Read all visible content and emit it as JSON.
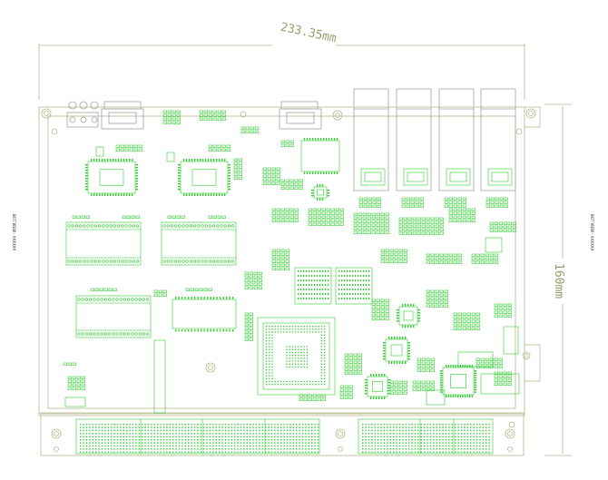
{
  "drawing": {
    "width_dimension": "233.35mm",
    "height_dimension": "160mm",
    "left_edge_label": "BOT VIEW - XXXXXX",
    "right_edge_label": "BOT VIEW - XXXXXX"
  },
  "colors": {
    "outline": "#b8b890",
    "component": "#2ecc2e",
    "dim": "#9a9a6a",
    "background": "#ffffff"
  }
}
